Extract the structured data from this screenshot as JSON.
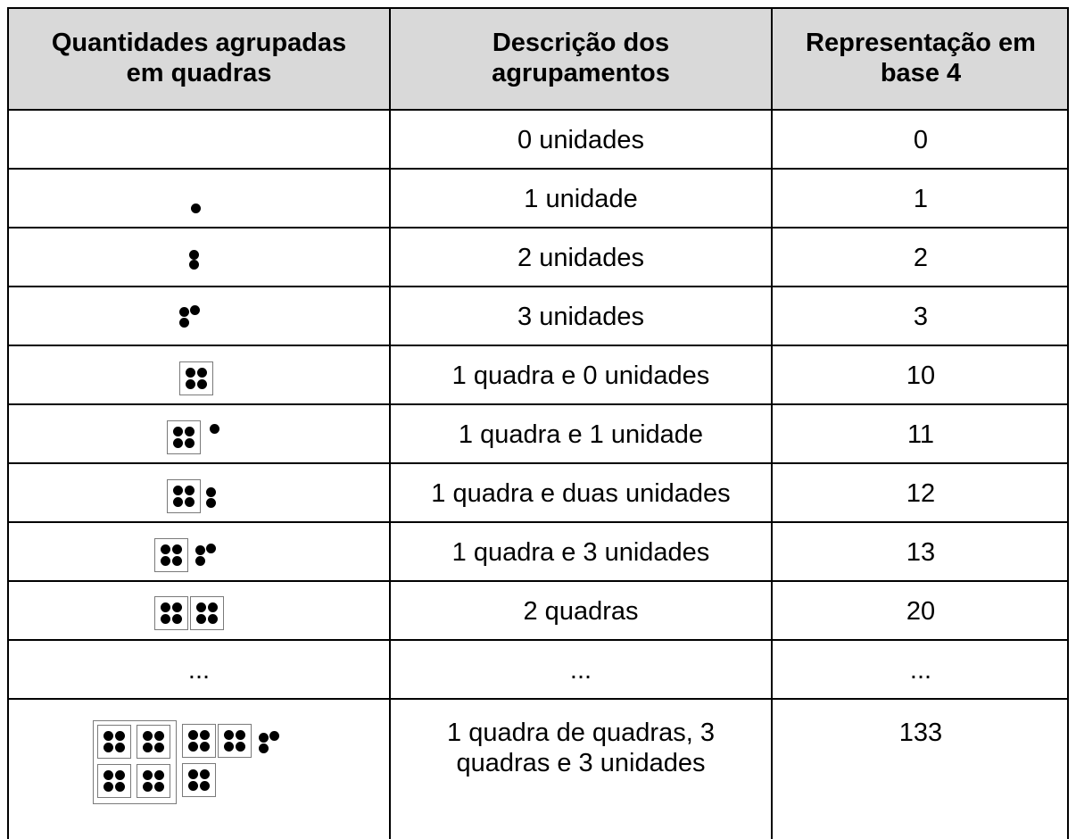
{
  "table": {
    "headers": [
      "Quantidades agrupadas em quadras",
      "Descrição dos agrupamentos",
      "Representação em base 4"
    ],
    "rows": [
      {
        "picture": "",
        "description": "0 unidades",
        "base4": "0"
      },
      {
        "picture": "1 dot",
        "description": "1 unidade",
        "base4": "1"
      },
      {
        "picture": "2 dots",
        "description": "2 unidades",
        "base4": "2"
      },
      {
        "picture": "3 dots",
        "description": "3 unidades",
        "base4": "3"
      },
      {
        "picture": "1 box",
        "description": "1 quadra e 0 unidades",
        "base4": "10"
      },
      {
        "picture": "1 box + 1 dot",
        "description": "1 quadra e 1 unidade",
        "base4": "11"
      },
      {
        "picture": "1 box + 2 dots",
        "description": "1 quadra e duas unidades",
        "base4": "12"
      },
      {
        "picture": "1 box + 3 dots",
        "description": "1 quadra e 3 unidades",
        "base4": "13"
      },
      {
        "picture": "2 boxes",
        "description": "2 quadras",
        "base4": "20"
      },
      {
        "picture_text": "...",
        "description": "...",
        "base4": "..."
      },
      {
        "picture": "big box + 3 boxes + 3 dots",
        "description": "1 quadra de quadras, 3 quadras e 3 unidades",
        "base4": "133"
      }
    ]
  }
}
